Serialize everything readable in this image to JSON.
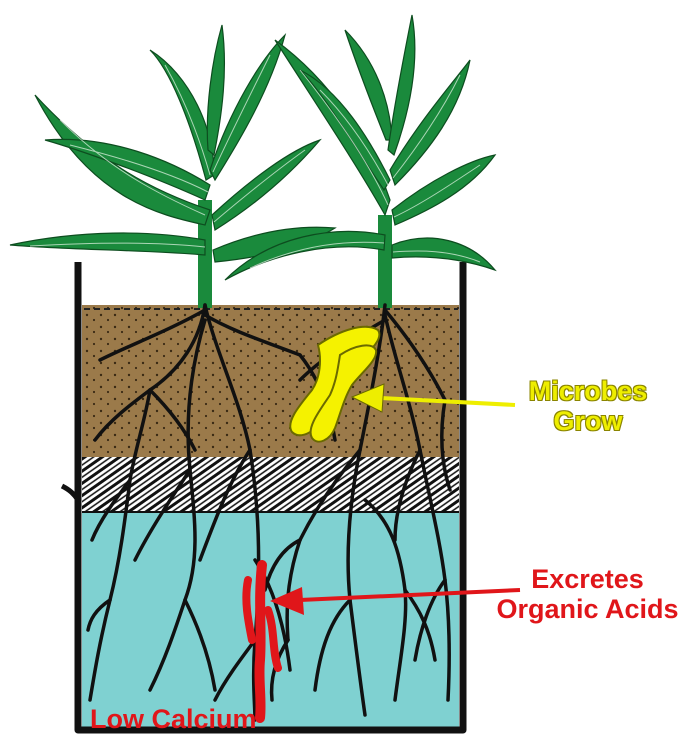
{
  "labels": {
    "microbes_line1": "Microbes",
    "microbes_line2": "Grow",
    "excretes_line1": "Excretes",
    "excretes_line2": "Organic Acids",
    "low_calcium": "Low Calcium"
  },
  "colors": {
    "foliage": "#1a8a3c",
    "soil": "#9b7a4a",
    "solution": "#7fd1d1",
    "roots": "#111111",
    "microbes": "#f5f200",
    "acids": "#e0161a",
    "label_yellow": "#eeee00",
    "label_red": "#e0161a"
  }
}
